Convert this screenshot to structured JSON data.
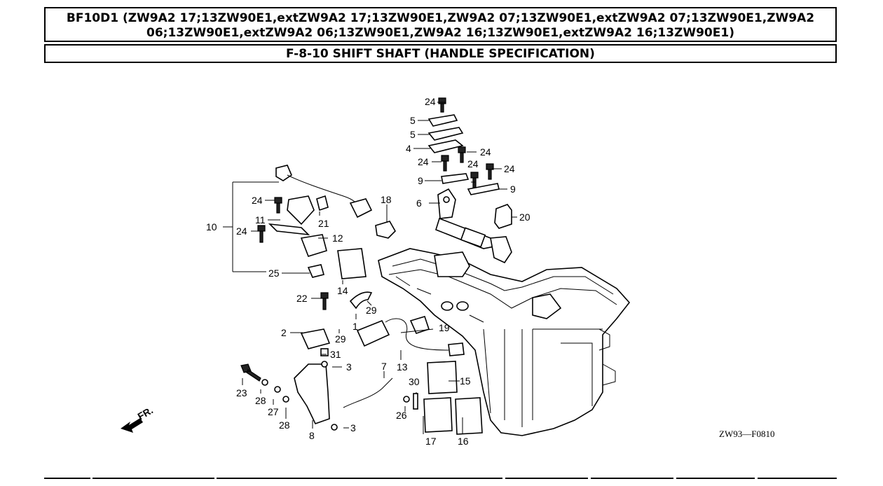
{
  "header": {
    "model_line1": "BF10D1 (ZW9A2 17;13ZW90E1,extZW9A2 17;13ZW90E1,ZW9A2 07;13ZW90E1,extZW9A2 07;13ZW90E1,ZW9A2",
    "model_line2": "06;13ZW90E1,extZW9A2 06;13ZW90E1,ZW9A2 16;13ZW90E1,extZW9A2 16;13ZW90E1)",
    "section_title": "F-8-10 SHIFT SHAFT (HANDLE SPECIFICATION)"
  },
  "diagram": {
    "reference_code": "ZW93—F0810",
    "direction_label": "FR.",
    "callouts": {
      "c24a": "24",
      "c5a": "5",
      "c5b": "5",
      "c4": "4",
      "c24b": "24",
      "c24c": "24",
      "c24d": "24",
      "c24e": "24",
      "c9a": "9",
      "c9b": "9",
      "c6": "6",
      "c20": "20",
      "c18": "18",
      "c24f": "24",
      "c21": "21",
      "c11": "11",
      "c10": "10",
      "c24g": "24",
      "c12": "12",
      "c25": "25",
      "c14": "14",
      "c22": "22",
      "c29a": "29",
      "c1": "1",
      "c19": "19",
      "c2": "2",
      "c29b": "29",
      "c31": "31",
      "c3a": "3",
      "c13": "13",
      "c7": "7",
      "c15": "15",
      "c23": "23",
      "c28a": "28",
      "c27": "27",
      "c28b": "28",
      "c30": "30",
      "c26": "26",
      "c8": "8",
      "c3b": "3",
      "c17": "17",
      "c16": "16"
    }
  }
}
